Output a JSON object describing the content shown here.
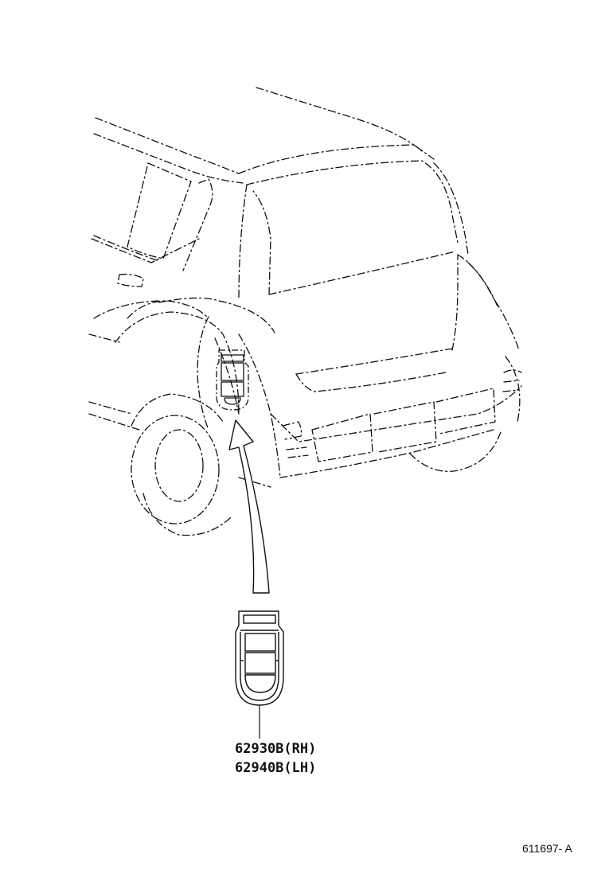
{
  "parts": [
    {
      "number": "62930B",
      "side": "(RH)"
    },
    {
      "number": "62940B",
      "side": "(LH)"
    }
  ],
  "figure_code": "611697- A",
  "icons": [
    "car-body-dashed-outline",
    "quarter-vent-duct",
    "arrow-pointer"
  ],
  "colors": {
    "line": "#111111",
    "background": "#ffffff"
  }
}
